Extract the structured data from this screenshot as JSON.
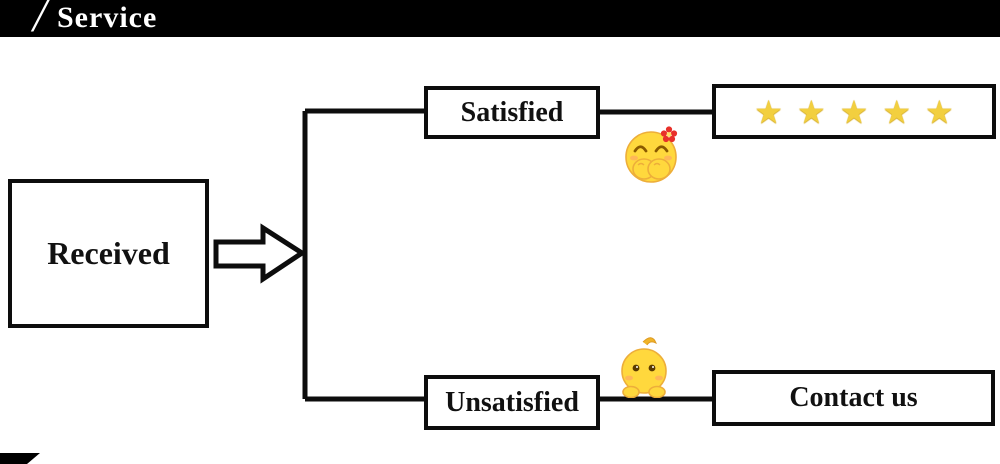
{
  "header": {
    "slash": "/",
    "title": "Service"
  },
  "nodes": {
    "received": {
      "label": "Received"
    },
    "satisfied": {
      "label": "Satisfied"
    },
    "unsatisfied": {
      "label": "Unsatisfied"
    },
    "rating": {
      "stars": "★★★★★"
    },
    "contact": {
      "label": "Contact us"
    }
  },
  "icons": {
    "happy_emoji": "giggling-face-with-flower-emoji",
    "shy_emoji": "peeking-shy-face-emoji",
    "arrow": "right-block-arrow"
  },
  "colors": {
    "banner_bg": "#000000",
    "box_border": "#0d0d0d",
    "star_color": "#f2cf3f",
    "emoji_yellow": "#ffd83d"
  }
}
